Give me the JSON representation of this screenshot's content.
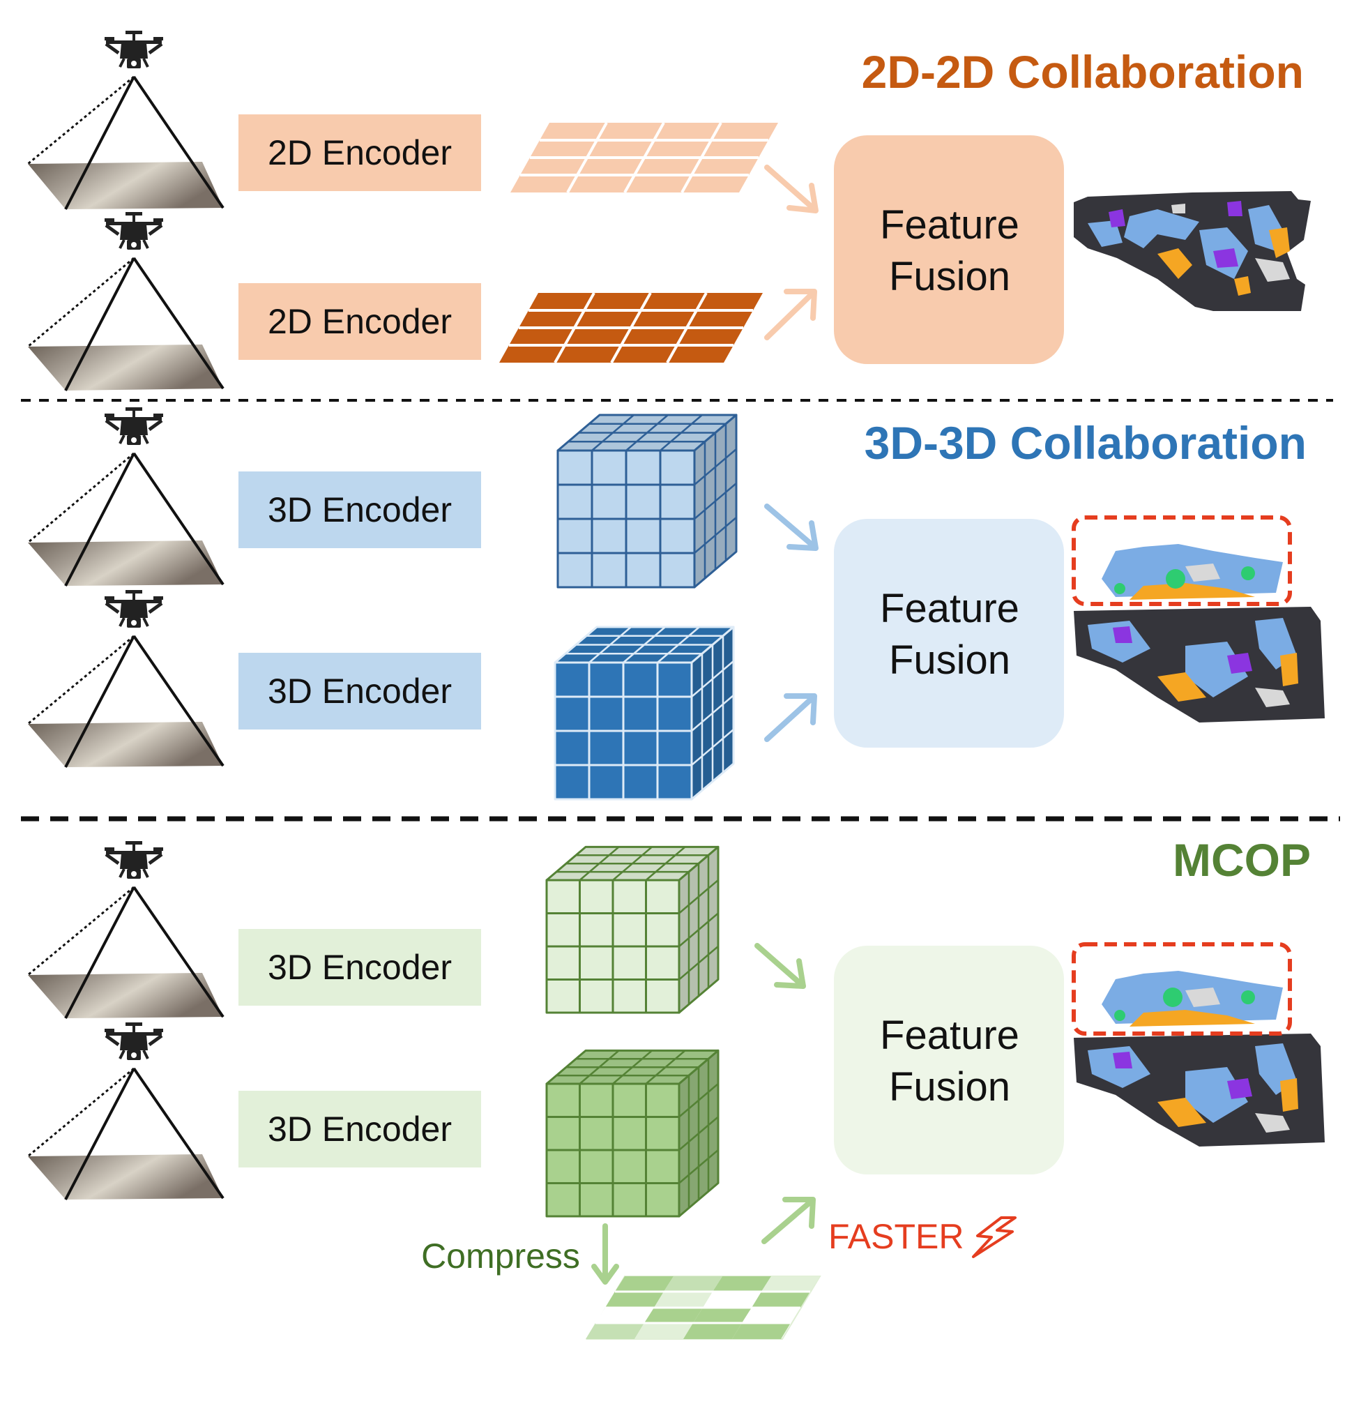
{
  "sections": [
    {
      "id": "2d2d",
      "title": "2D-2D Collaboration",
      "title_color": "#c55a11",
      "encoder_labels": [
        "2D Encoder",
        "2D Encoder"
      ],
      "encoder_fill": "#f8cbad",
      "fusion_line1": "Feature",
      "fusion_line2": "Fusion",
      "fusion_fill": "#f8cbad",
      "arrow_color": "#f8cbad",
      "feature_type": "plane",
      "feature_colors": [
        "#f8cbad",
        "#c55a11"
      ]
    },
    {
      "id": "3d3d",
      "title": "3D-3D Collaboration",
      "title_color": "#2e75b6",
      "encoder_labels": [
        "3D Encoder",
        "3D Encoder"
      ],
      "encoder_fill": "#bdd7ee",
      "fusion_line1": "Feature",
      "fusion_line2": "Fusion",
      "fusion_fill": "#deebf7",
      "arrow_color": "#9dc3e6",
      "feature_type": "cube",
      "feature_colors": [
        "#bdd7ee",
        "#2e75b6"
      ],
      "cube_edge": "#2e5f96",
      "has_highlight_box": true
    },
    {
      "id": "mcop",
      "title": "MCOP",
      "title_color": "#548235",
      "encoder_labels": [
        "3D Encoder",
        "3D Encoder"
      ],
      "encoder_fill": "#e2f0d9",
      "fusion_line1": "Feature",
      "fusion_line2": "Fusion",
      "fusion_fill": "#eef6e8",
      "arrow_color": "#a9d18e",
      "feature_type": "cube",
      "feature_colors": [
        "#e2f0d9",
        "#a9d18e"
      ],
      "cube_edge": "#548235",
      "has_highlight_box": true,
      "compress_label": "Compress",
      "compress_color": "#3f6e24",
      "faster_label": "FASTER",
      "faster_color": "#e53d1f"
    }
  ],
  "icons": [
    "drone-icon",
    "lightning-icon"
  ],
  "separator_color": "#111111",
  "highlight_color": "#e53d1f"
}
